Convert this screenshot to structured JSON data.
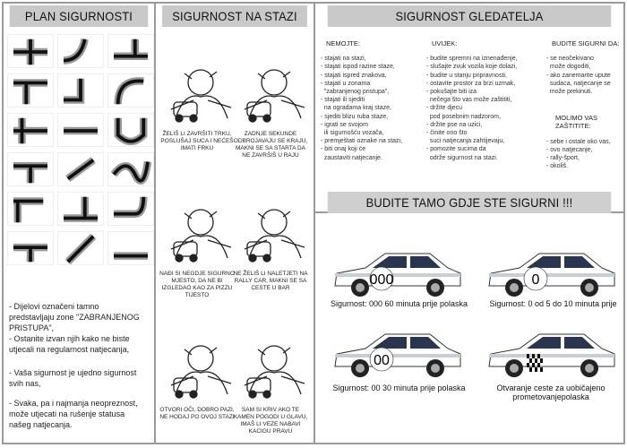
{
  "headers": {
    "plan": "PLAN SIGURNOSTI",
    "stazi": "SIGURNOST NA STAZI",
    "gledatelja": "SIGURNOST GLEDATELJA",
    "budite": "BUDITE TAMO GDJE STE SIGURNI !!!"
  },
  "plan_text": [
    "- Dijelovi označeni tamno predstavljaju zone \"ZABRANJENOG PRISTUPA\",",
    "- Ostanite izvan njih kako ne biste utjecali na regularnost natjecanja,",
    "- Vaša sigurnost je ujedno sigurnost svih nas,",
    "- Svaka, pa i najmanja neopreznost, može utjecati na rušenje statusa našeg natjecanja."
  ],
  "cartoon_captions": [
    "ŽELIŠ LI ZAVRŠITI TRKU, POSLUŠAJ SUCA I NEĆEŠ IMATI FRKU",
    "ZADNJE SEKUNDE ODBROJAVAJU SE KRAJU, MAKNI SE SA STARTA DA NE ZAVRŠIŠ U RAJU",
    "NAĐI SI NEGDJE SIGURNO MJESTO, DA NE BI IZGLEDAO KAO ZA PIZZU TIJESTO",
    "NE ŽELIŠ LI NALETJETI NA RALLY CAR, MAKNI SE SA CESTE U BAR",
    "OTVORI OČI, DOBRO PAZI, NE HODAJ PO OVOJ STAZI",
    "SAM SI KRIV AKO TE KAMEN POGODI U GLAVU, IMAŠ LI VEZE NABAVI KACIGU PRAVU"
  ],
  "nemojte": {
    "title": "NEMOJTE:",
    "items": [
      "- stajati na stazi,",
      "- stajati ispod razine staze,",
      "- stajati ispred znakova,",
      "- stajati u zonama",
      "  \"zabranjenog pristupa\",",
      "- stajati ili sjediti",
      "  na ogradama kraj staze,",
      "- sjediti blizu ruba staze,",
      "- igrati se svojom",
      "  ili sigurnošću vozača,",
      "- premještati oznake na stazi,",
      "- biti onaj koji će",
      "  zaustaviti natjecanje."
    ]
  },
  "uvijek": {
    "title": "UVIJEK:",
    "items": [
      "- budite spremni na iznenađenje,",
      "- slušajte zvuk vozila koje dolazi,",
      "- budite u stanju pripravnosti,",
      "- ostavite prostor za brzi uzmak,",
      "- pokušajte biti iza",
      "  nečega što vas može zaštititi,",
      "- držite djecu",
      "  pod posebnim nadzorom,",
      "- držite pse na uzici,",
      "- činite ono što",
      "  suci natjecanja zahtijevaju,",
      "- pomozite sucima da",
      "  održe sigurnost na stazi."
    ]
  },
  "budite_sigurni": {
    "title": "BUDITE SIGURNI DA:",
    "items": [
      "- se neočekivano",
      "  može dogoditi,",
      "- ako zanemarite upute",
      "  sudaca, natjecanje se",
      "  može prekinuti."
    ]
  },
  "molimo": {
    "title": "MOLIMO VAS ZAŠTITITE:",
    "items": [
      "- sebe i ostale oko vas,",
      "- ovo natjecanje,",
      "- rally-šport,",
      "- okoliš."
    ]
  },
  "cars": [
    {
      "number": "000",
      "caption": "Sigurnost: 000 60 minuta prije polaska"
    },
    {
      "number": "0",
      "caption": "Sigurnost: 0 od 5 do 10 minuta prije"
    },
    {
      "number": "00",
      "caption": "Sigurnost: 00 30 minuta prije polaska"
    },
    {
      "number": "",
      "caption": "Otvaranje ceste za uobičajeno prometovanjepolaska"
    }
  ]
}
